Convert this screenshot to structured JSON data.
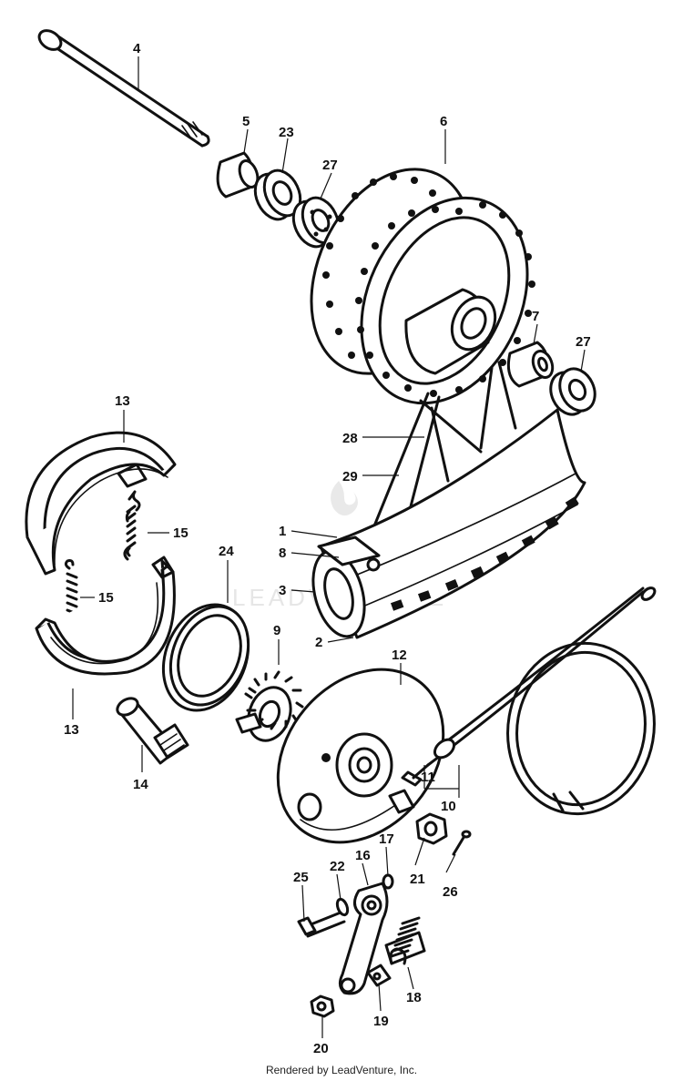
{
  "watermark": "LEADVENTURE",
  "footer": "Rendered by LeadVenture, Inc.",
  "callouts": {
    "c1": "1",
    "c2": "2",
    "c3": "3",
    "c4": "4",
    "c5": "5",
    "c6": "6",
    "c7": "7",
    "c8": "8",
    "c9": "9",
    "c10": "10",
    "c11": "11",
    "c12": "12",
    "c13a": "13",
    "c13b": "13",
    "c14": "14",
    "c15a": "15",
    "c15b": "15",
    "c16": "16",
    "c17": "17",
    "c18": "18",
    "c19": "19",
    "c20": "20",
    "c21": "21",
    "c22": "22",
    "c23": "23",
    "c24": "24",
    "c25": "25",
    "c26": "26",
    "c27a": "27",
    "c27b": "27",
    "c28": "28",
    "c29": "29"
  }
}
